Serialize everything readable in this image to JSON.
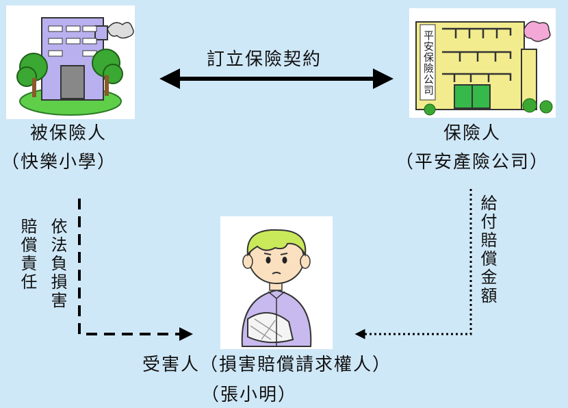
{
  "parties": {
    "insured": {
      "role": "被保險人",
      "entity": "（快樂小學）"
    },
    "insurer": {
      "role": "保險人",
      "entity": "（平安產險公司）"
    },
    "victim": {
      "role": "受害人（損害賠償請求權人）",
      "entity": "（張小明）"
    }
  },
  "arrows": {
    "contract": "訂立保險契約",
    "liability_line1": "依法負損害",
    "liability_line2": "賠償責任",
    "payment": "給付賠償金額"
  },
  "company_sign": "平安保險公司",
  "colors": {
    "background": "#cfe8f8",
    "school": "#b9b0f0",
    "insurer_building": "#f2ec8e",
    "tree": "#3aa832",
    "victim_shirt": "#c8b9ee",
    "victim_hair": "#c9e85a"
  }
}
